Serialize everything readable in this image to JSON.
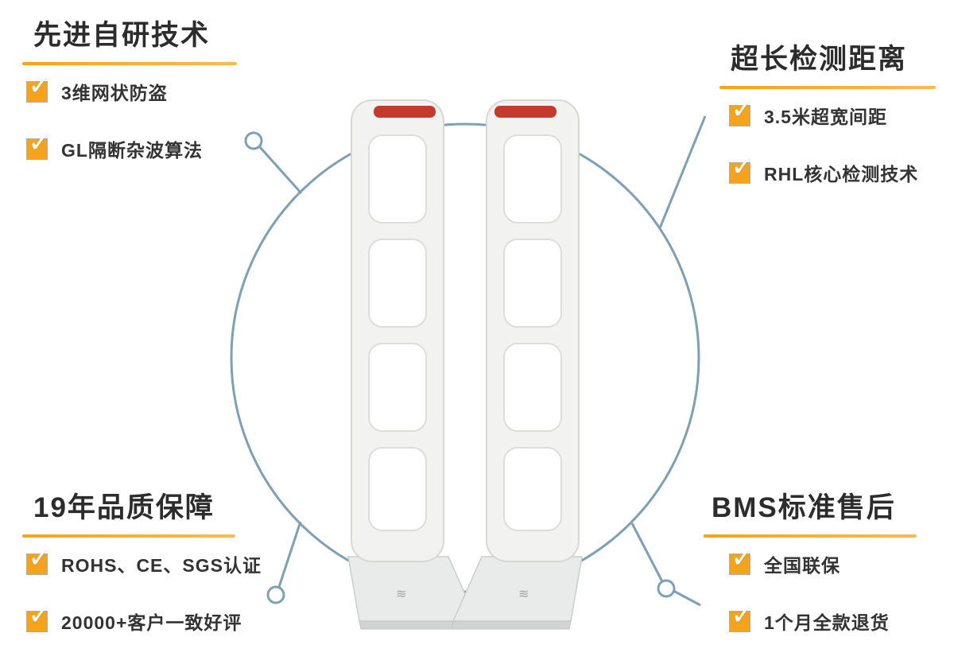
{
  "colors": {
    "accent": "#f5a31a",
    "line": "#7da0b6",
    "title_text": "#2c2c2c",
    "item_text": "#333333",
    "gate_red": "#c43a2d"
  },
  "icons": {
    "check": "✓"
  },
  "sections": {
    "top_left": {
      "title": "先进自研技术",
      "items": [
        "3维网状防盗",
        "GL隔断杂波算法"
      ]
    },
    "top_right": {
      "title": "超长检测距离",
      "items": [
        "3.5米超宽间距",
        "RHL核心检测技术"
      ]
    },
    "bottom_left": {
      "title": "19年品质保障",
      "items": [
        "ROHS、CE、SGS认证",
        "20000+客户一致好评"
      ]
    },
    "bottom_right": {
      "title": "BMS标准售后",
      "items": [
        "全国联保",
        "1个月全款退货"
      ]
    }
  }
}
